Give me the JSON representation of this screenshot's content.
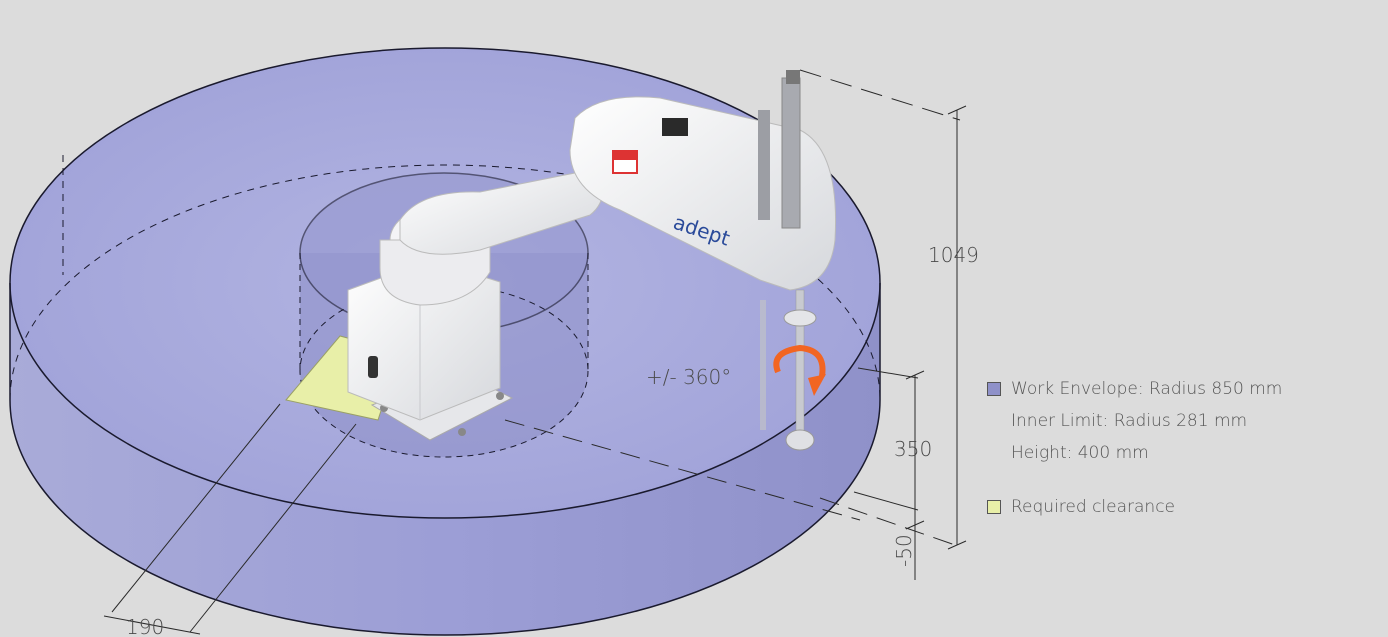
{
  "dimensions": {
    "height_total": "1049",
    "z_stroke": "350",
    "z_below": "-50",
    "clearance_depth": "190",
    "rotation": "+/- 360°"
  },
  "brand": "adept",
  "legend": {
    "envelope": {
      "color": "#8f91c9",
      "line1": "Work Envelope: Radius 850 mm",
      "line2": "Inner Limit: Radius 281 mm",
      "line3": "Height: 400 mm"
    },
    "clearance": {
      "color": "#e8efa8",
      "label": "Required clearance"
    }
  },
  "colors": {
    "background": "#dcdcdc",
    "envelope": "#8f91c9",
    "robot": "#f2f2f2",
    "rotation_arrow": "#f26522"
  }
}
